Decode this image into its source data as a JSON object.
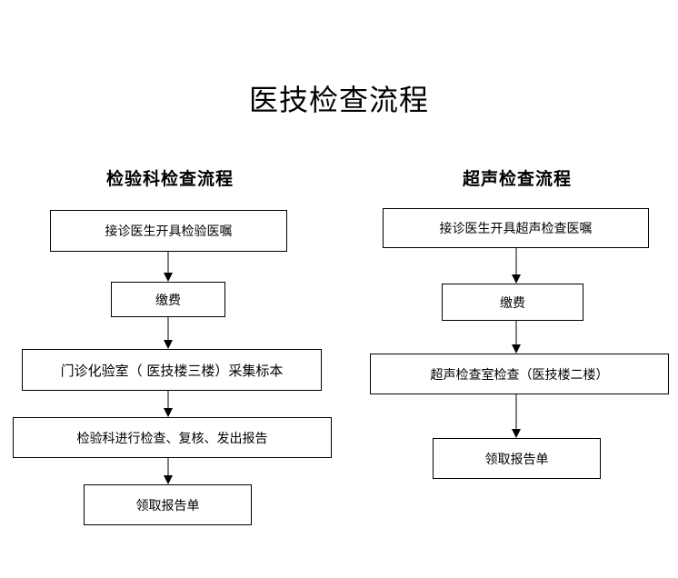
{
  "title": "医技检查流程",
  "lab_flow": {
    "heading": "检验科检查流程",
    "steps": [
      "接诊医生开具检验医嘱",
      "缴费",
      "门诊化验室（ 医技楼三楼）采集标本",
      "检验科进行检查、复核、发出报告",
      "领取报告单"
    ]
  },
  "ultrasound_flow": {
    "heading": "超声检查流程",
    "steps": [
      "接诊医生开具超声检查医嘱",
      "缴费",
      "超声检查室检查（医技楼二楼）",
      "领取报告单"
    ]
  }
}
